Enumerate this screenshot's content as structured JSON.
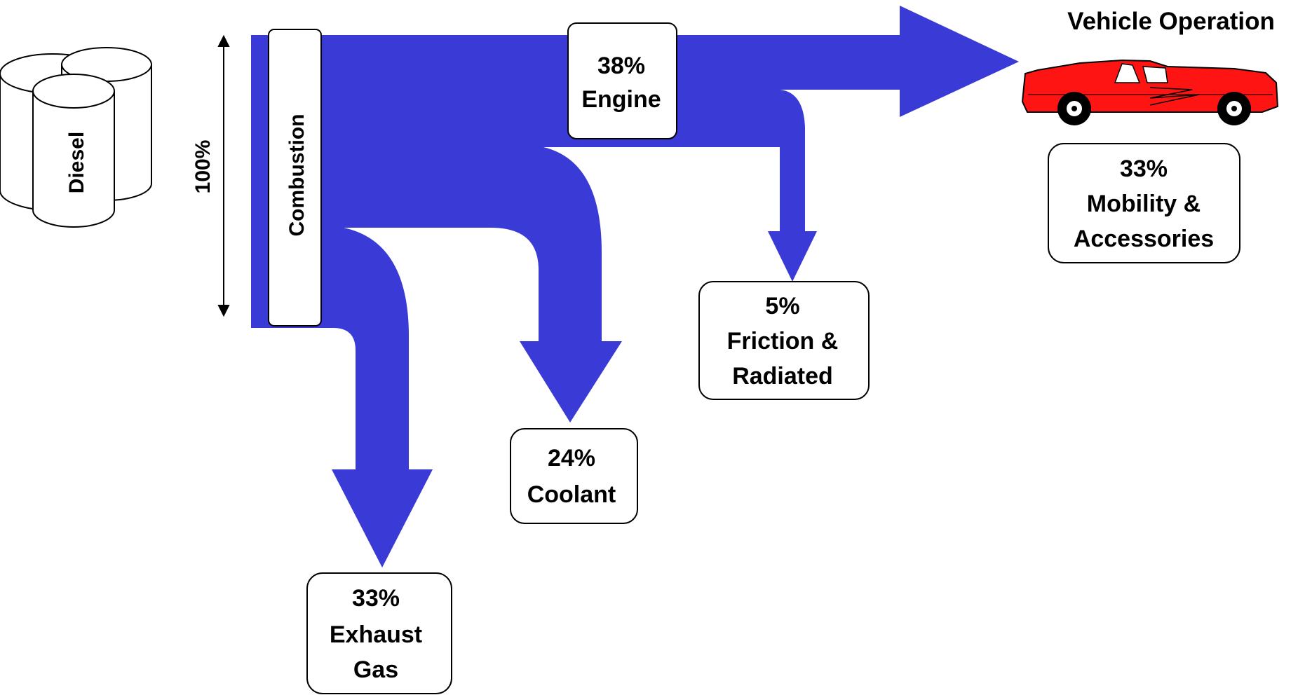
{
  "colors": {
    "flow": "#3a3ad6",
    "box_fill": "#ffffff",
    "box_stroke": "#000000",
    "car_body": "#ff1414"
  },
  "source": {
    "fuel": "Diesel",
    "total": "100%"
  },
  "combustion": {
    "label": "Combustion"
  },
  "engine": {
    "pct": "38%",
    "label": "Engine"
  },
  "vehicle_operation": {
    "title": "Vehicle Operation",
    "icon": "car-icon"
  },
  "flows": {
    "mobility": {
      "pct": "33%",
      "line1": "Mobility &",
      "line2": "Accessories",
      "value": 33
    },
    "friction": {
      "pct": "5%",
      "line1": "Friction &",
      "line2": "Radiated",
      "value": 5
    },
    "coolant": {
      "pct": "24%",
      "line1": "Coolant",
      "value": 24
    },
    "exhaust": {
      "pct": "33%",
      "line1": "Exhaust",
      "line2": "Gas",
      "value": 33
    }
  }
}
